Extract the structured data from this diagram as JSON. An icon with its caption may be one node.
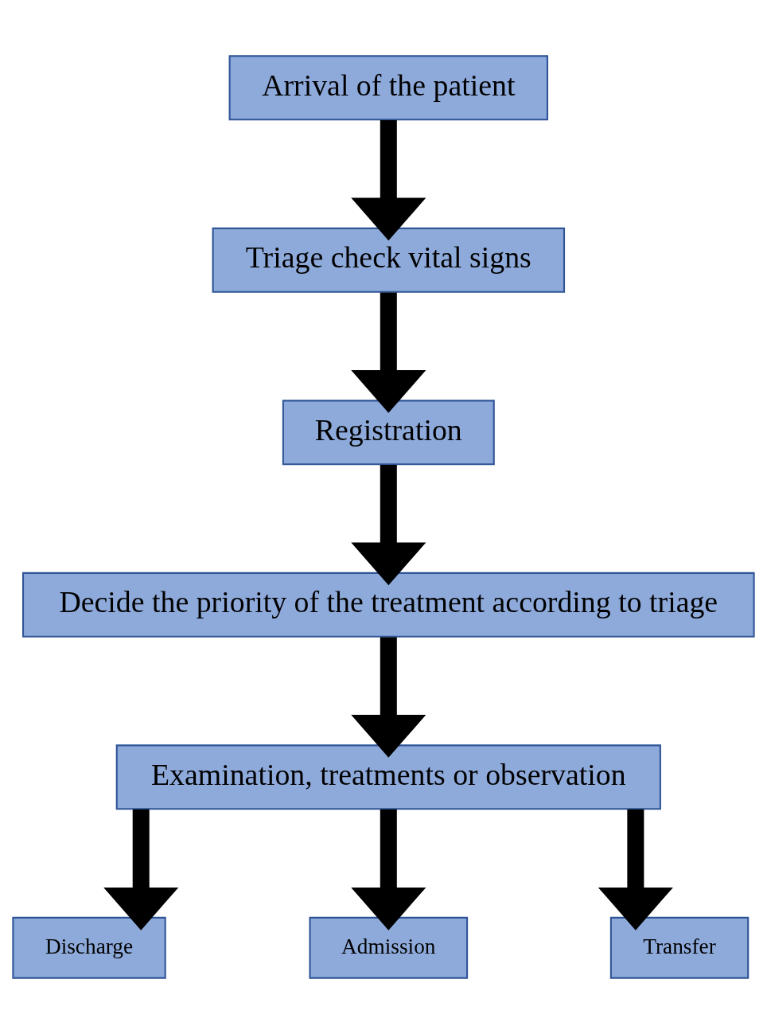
{
  "diagram": {
    "nodes": [
      {
        "text": [
          "Arrival of the patient"
        ]
      },
      {
        "text": [
          "Triage check vital signs"
        ]
      },
      {
        "text": [
          "Registration"
        ]
      },
      {
        "text": [
          "Decide the priority of the treatment according to triage"
        ]
      },
      {
        "text": [
          "Examination, treatments or observation"
        ]
      },
      {
        "text": [
          "Discharge"
        ]
      },
      {
        "text": [
          "Admission"
        ]
      },
      {
        "text": [
          "Transfer"
        ]
      }
    ],
    "edges": [
      {
        "from": 0,
        "to": 1,
        "arrow": "to"
      },
      {
        "from": 1,
        "to": 2,
        "arrow": "to"
      },
      {
        "from": 2,
        "to": 3,
        "arrow": "to"
      },
      {
        "from": 3,
        "to": 4,
        "arrow": "to"
      },
      {
        "from": 4,
        "to": 5,
        "arrow": "to"
      },
      {
        "from": 4,
        "to": 6,
        "arrow": "to"
      },
      {
        "from": 4,
        "to": 7,
        "arrow": "to"
      }
    ]
  }
}
